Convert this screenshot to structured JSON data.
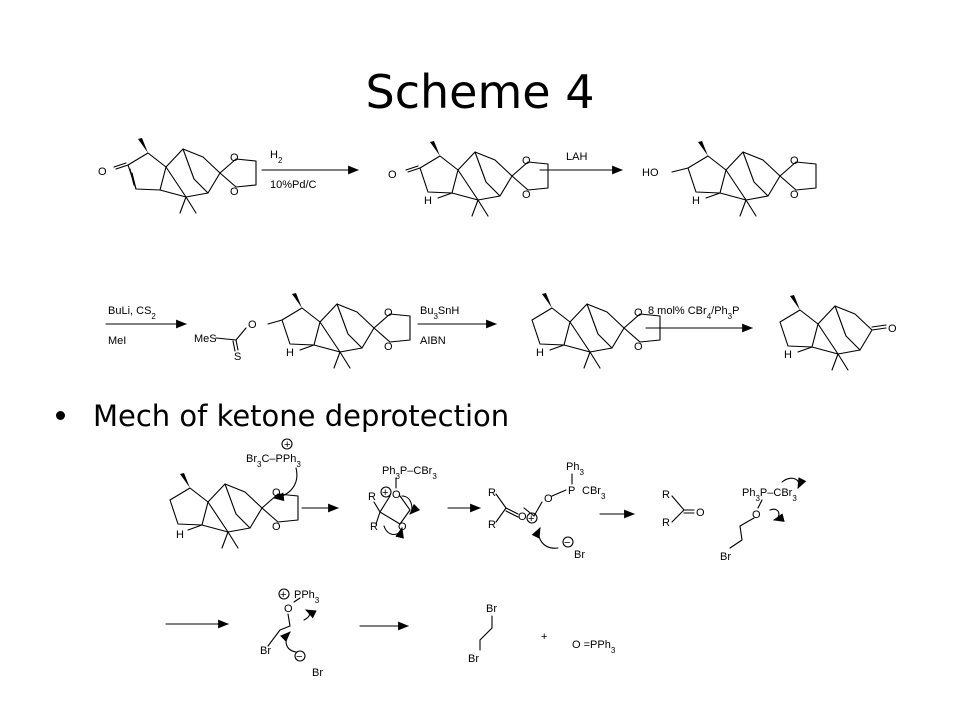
{
  "title": "Scheme 4",
  "bullet": "Mech of ketone deprotection",
  "reagents": {
    "step1_top": "H2",
    "step1_bottom": "10%Pd/C",
    "step2_top": "LAH",
    "step3_top": "BuLi, CS2",
    "step3_bottom": "MeI",
    "step4_top": "Bu3SnH",
    "step4_bottom": "AIBN",
    "step5_top": "8 mol% CBr4/Ph3P"
  },
  "labels": {
    "O": "O",
    "H": "H",
    "HO": "HO",
    "S": "S",
    "MeS": "MeS",
    "R": "R",
    "Br": "Br",
    "plus": "+",
    "br3c_pph3": "Br3C–PPh3",
    "ph3p_cbr3": "Ph3P–CBr3",
    "ph3": "Ph3",
    "p": "P",
    "cbr3": "CBr3",
    "pph3": "PPh3",
    "ophos": "O =PPh3"
  }
}
